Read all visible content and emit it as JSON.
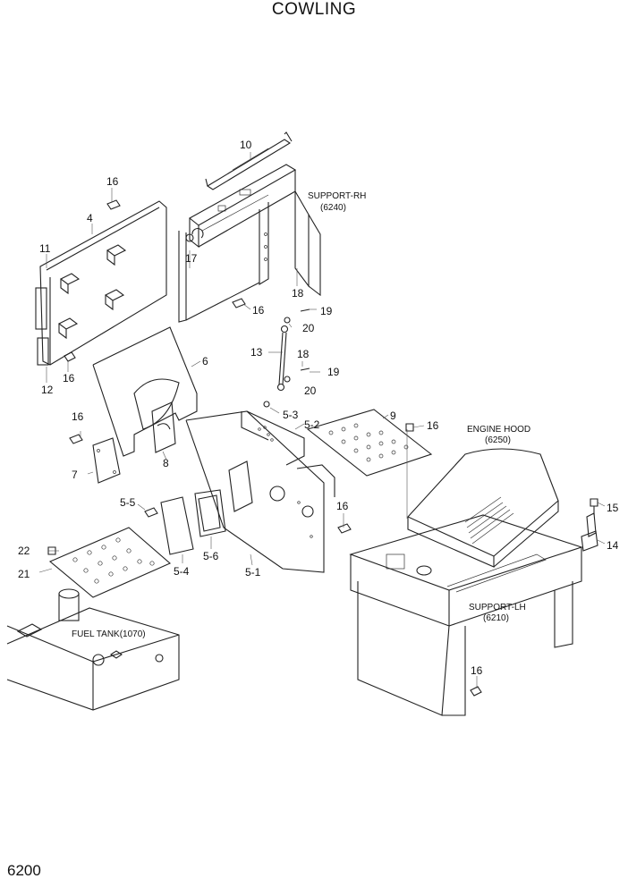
{
  "title": "COWLING",
  "page_number": "6200",
  "callouts": {
    "c10": "10",
    "c16a": "16",
    "c4": "4",
    "c11": "11",
    "c17": "17",
    "c18a": "18",
    "c16b": "16",
    "c19a": "19",
    "c20a": "20",
    "c12": "12",
    "c16c": "16",
    "c6": "6",
    "c13": "13",
    "c18b": "18",
    "c19b": "19",
    "c20b": "20",
    "c5_3": "5-3",
    "c5_2": "5-2",
    "c9": "9",
    "c16d": "16",
    "c16e": "16",
    "c7": "7",
    "c8": "8",
    "c5_5": "5-5",
    "c16f": "16",
    "c22": "22",
    "c21": "21",
    "c5_4": "5-4",
    "c5_6": "5-6",
    "c5_1": "5-1",
    "c15": "15",
    "c14": "14",
    "c16g": "16"
  },
  "assemblies": {
    "support_rh": {
      "name": "SUPPORT-RH",
      "ref": "(6240)"
    },
    "engine_hood": {
      "name": "ENGINE HOOD",
      "ref": "(6250)"
    },
    "support_lh": {
      "name": "SUPPORT-LH",
      "ref": "(6210)"
    },
    "fuel_tank": {
      "name": "FUEL TANK(1070)"
    }
  }
}
